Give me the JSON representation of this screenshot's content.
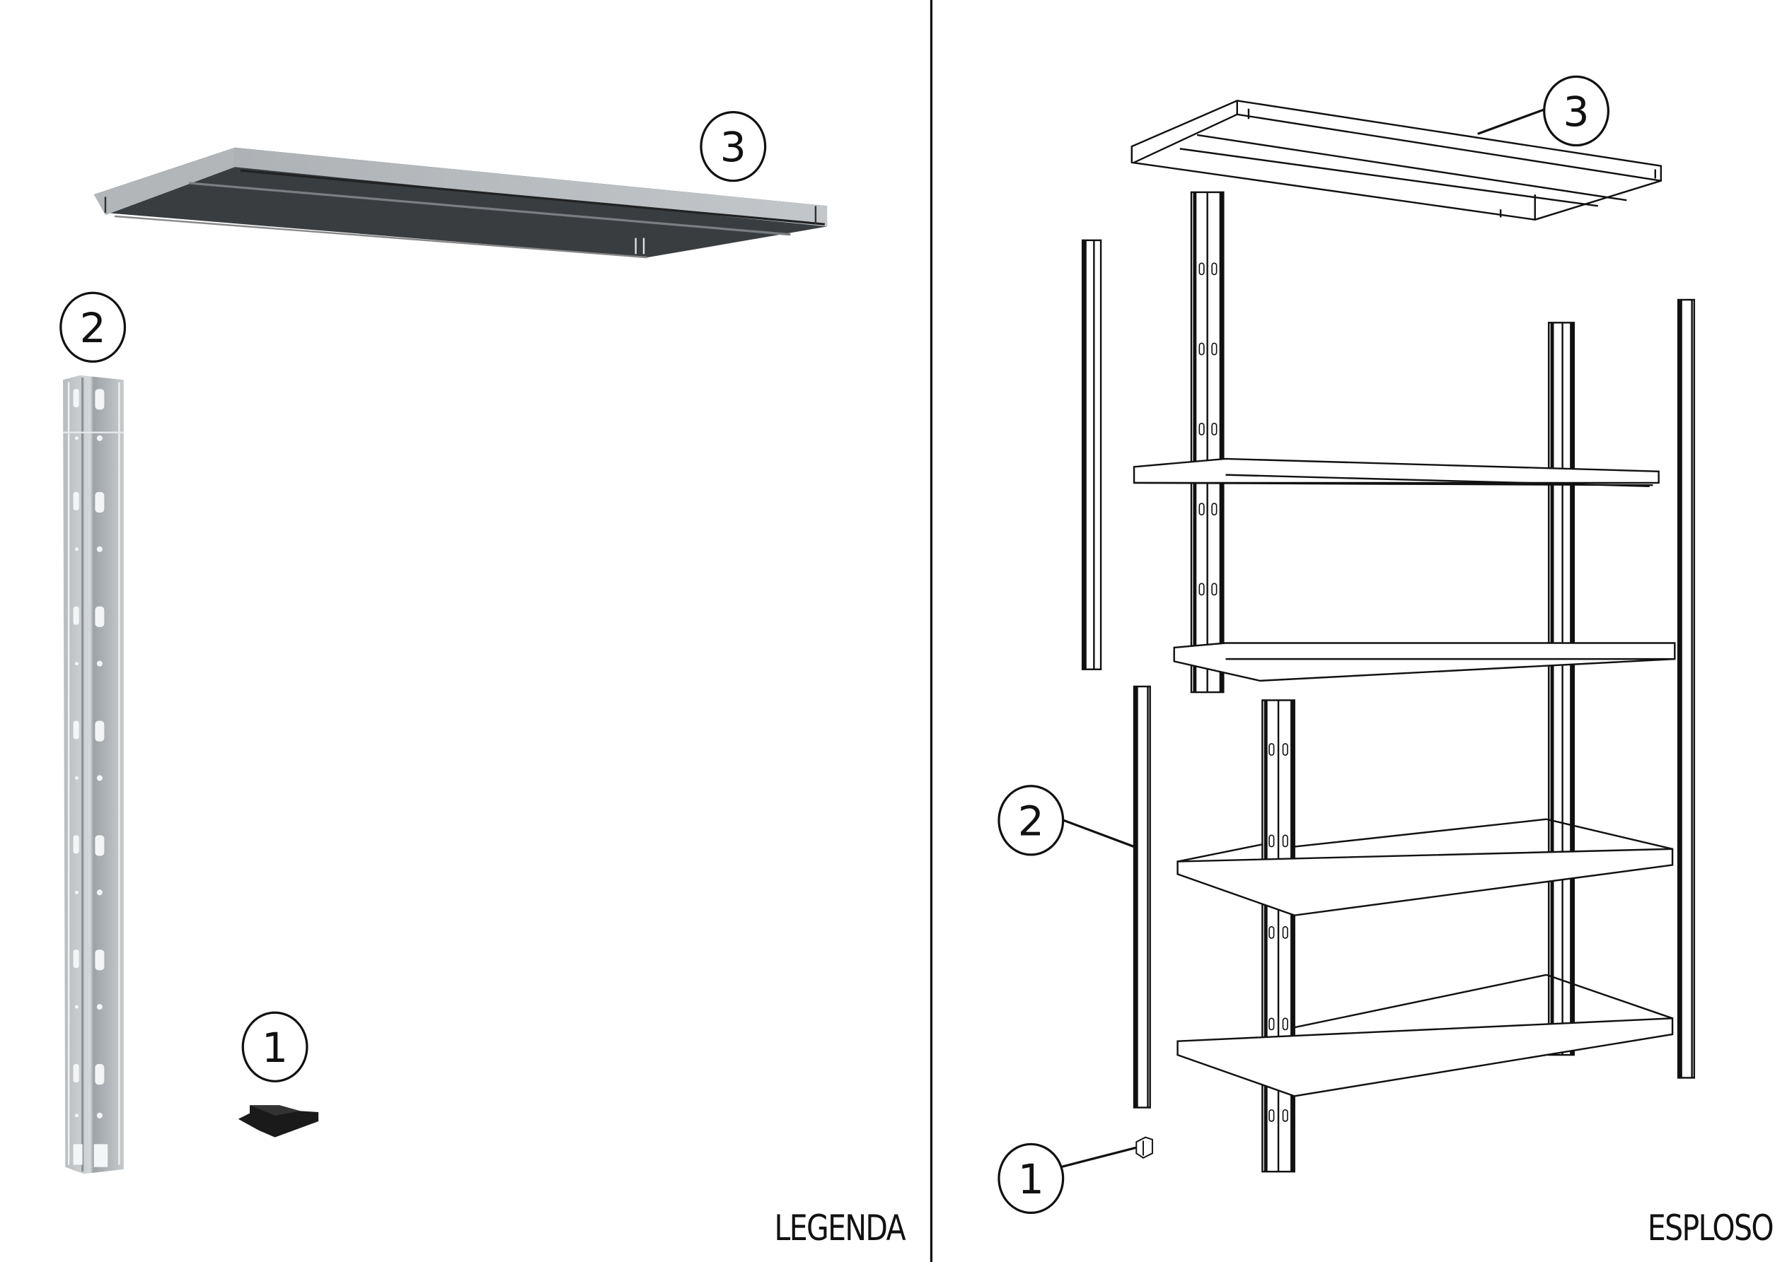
{
  "panels": {
    "left": {
      "title": "LEGENDA"
    },
    "right": {
      "title": "ESPLOSO"
    }
  },
  "legend_parts": [
    {
      "number": "1",
      "name": "foot cap"
    },
    {
      "number": "2",
      "name": "upright post"
    },
    {
      "number": "3",
      "name": "shelf panel"
    }
  ],
  "exploded_callouts": [
    {
      "number": "3",
      "target": "top shelf"
    },
    {
      "number": "2",
      "target": "upright post"
    },
    {
      "number": "1",
      "target": "foot cap"
    }
  ],
  "colors": {
    "background": "#ffffff",
    "line": "#111111",
    "metal_light": "#c9cdd0",
    "metal_mid": "#a9aeb2",
    "shelf_dark": "#3c3f42",
    "foot_cap": "#1a1a1a"
  }
}
